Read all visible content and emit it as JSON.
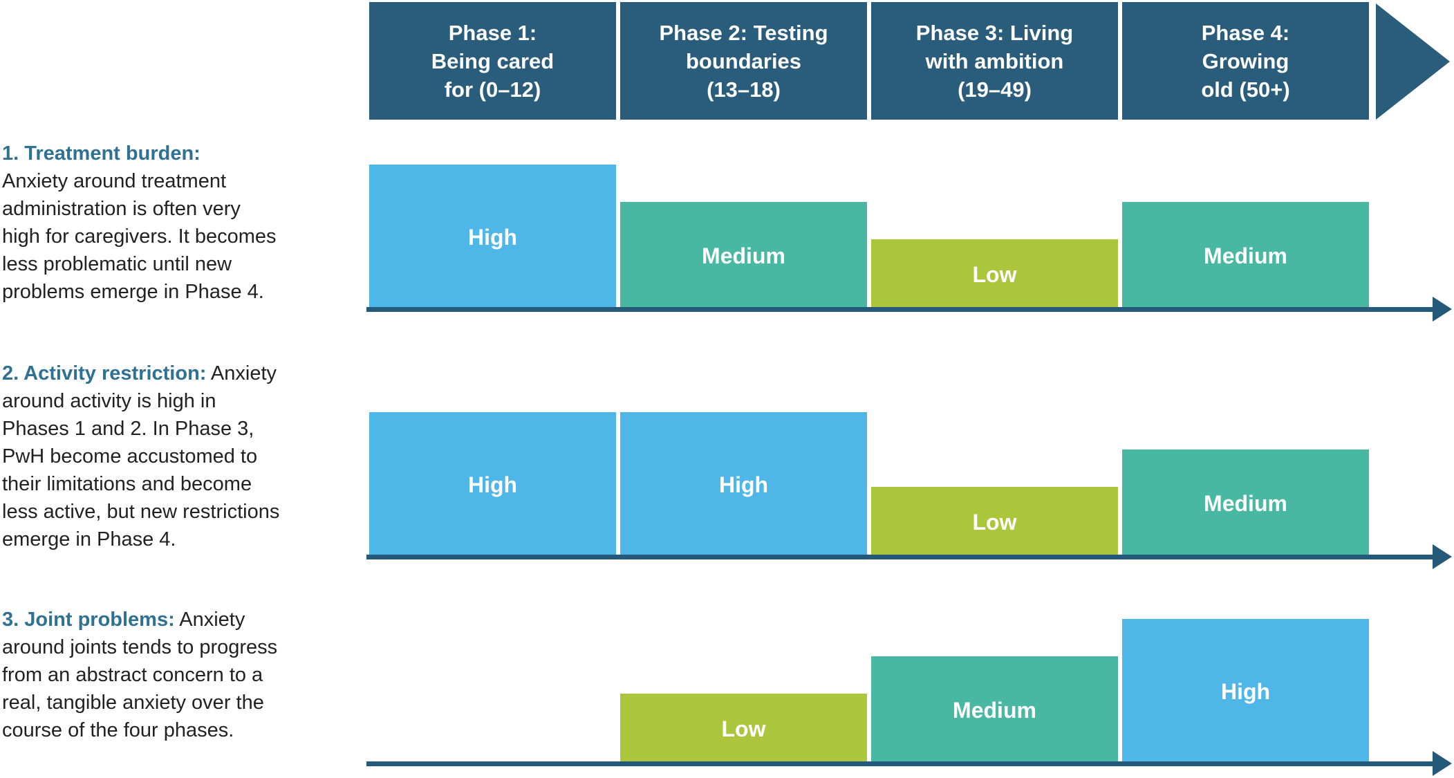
{
  "colors": {
    "header": "#2A5C7B",
    "blue": "#4FB6E8",
    "teal": "#48B8A2",
    "lime": "#ABC53C",
    "axis": "#24597A",
    "note_title": "#2E7193",
    "note_body": "#212121"
  },
  "header": {
    "phases": [
      {
        "label": "Phase 1:\nBeing cared\nfor (0–12)"
      },
      {
        "label": "Phase 2: Testing\nboundaries\n(13–18)"
      },
      {
        "label": "Phase 3: Living\nwith ambition\n(19–49)"
      },
      {
        "label": "Phase 4:\nGrowing\nold (50+)"
      }
    ]
  },
  "notes": [
    {
      "title": "1. Treatment burden:",
      "body": "\nAnxiety around treatment\nadministration is often very\nhigh for caregivers. It becomes\nless problematic until new\nproblems emerge in Phase 4."
    },
    {
      "title": "2. Activity restriction:",
      "body": " Anxiety\naround activity is high in\nPhases 1 and 2. In Phase 3,\nPwH become accustomed to\ntheir limitations and become\nless active, but new restrictions\nemerge in Phase 4."
    },
    {
      "title": "3. Joint problems:",
      "body": " Anxiety\naround joints tends to progress\nfrom an abstract concern to a\nreal, tangible anxiety over the\ncourse of the four phases."
    }
  ],
  "rows": [
    {
      "name": "Treatment burden",
      "bars": [
        {
          "phase": "Phase 1",
          "label": "High"
        },
        {
          "phase": "Phase 2",
          "label": "Medium"
        },
        {
          "phase": "Phase 3",
          "label": "Low"
        },
        {
          "phase": "Phase 4",
          "label": "Medium"
        }
      ]
    },
    {
      "name": "Activity restriction",
      "bars": [
        {
          "phase": "Phase 1",
          "label": "High"
        },
        {
          "phase": "Phase 2",
          "label": "High"
        },
        {
          "phase": "Phase 3",
          "label": "Low"
        },
        {
          "phase": "Phase 4",
          "label": "Medium"
        }
      ]
    },
    {
      "name": "Joint problems",
      "bars": [
        {
          "phase": "Phase 2",
          "label": "Low"
        },
        {
          "phase": "Phase 3",
          "label": "Medium"
        },
        {
          "phase": "Phase 4",
          "label": "High"
        }
      ]
    }
  ],
  "chart_data": {
    "type": "bar",
    "categories": [
      "Phase 1: Being cared for (0–12)",
      "Phase 2: Testing boundaries (13–18)",
      "Phase 3: Living with ambition (19–49)",
      "Phase 4: Growing old (50+)"
    ],
    "value_scale": {
      "High": 3,
      "Medium": 2,
      "Low": 1,
      "None": 0
    },
    "series": [
      {
        "name": "1. Treatment burden",
        "values": [
          "High",
          "Medium",
          "Low",
          "Medium"
        ]
      },
      {
        "name": "2. Activity restriction",
        "values": [
          "High",
          "High",
          "Low",
          "Medium"
        ]
      },
      {
        "name": "3. Joint problems",
        "values": [
          "None",
          "Low",
          "Medium",
          "High"
        ]
      }
    ],
    "legend_position": "none",
    "grid": false
  }
}
